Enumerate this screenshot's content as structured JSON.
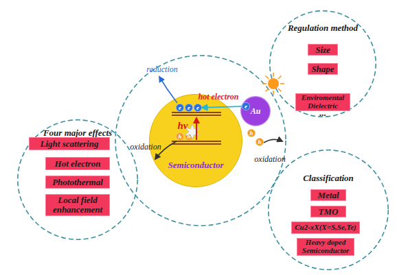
{
  "diagram": {
    "nodes": [
      {
        "text": [
          "Four major effects"
        ]
      },
      {
        "text": [
          "Light scattering"
        ],
        "in": 0
      },
      {
        "text": [
          "Hot electron"
        ],
        "in": 0
      },
      {
        "text": [
          "Photothermal"
        ],
        "in": 0
      },
      {
        "text": [
          "Local field enhancement"
        ],
        "in": 0
      },
      {
        "text": [
          "Semiconductor"
        ]
      },
      {
        "text": [
          "e"
        ],
        "in": 5
      },
      {
        "text": [
          "e"
        ],
        "in": 5
      },
      {
        "text": [
          "e"
        ],
        "in": 5
      },
      {
        "text": [
          "h"
        ],
        "in": 5
      },
      {
        "text": [
          "h"
        ],
        "in": 5
      },
      {
        "text": [
          "Au"
        ]
      },
      {
        "text": [
          "e"
        ],
        "in": 11
      },
      {
        "text": [
          "h"
        ]
      },
      {
        "text": [
          "h"
        ]
      },
      {
        "text": [
          "Regulation method"
        ]
      },
      {
        "text": [
          "Size"
        ],
        "in": 15
      },
      {
        "text": [
          "Shape"
        ],
        "in": 15
      },
      {
        "text": [
          "Enviromental Dielectric"
        ],
        "in": 15
      },
      {
        "text": [
          "Classification"
        ]
      },
      {
        "text": [
          "Metal"
        ],
        "in": 19
      },
      {
        "text": [
          "TMO"
        ],
        "in": 19
      },
      {
        "text": [
          "Cu2-xX(X=S,Se,Te)"
        ],
        "in": 19
      },
      {
        "text": [
          "Heavy doped Semiconductor"
        ],
        "in": 19
      }
    ],
    "edges": [
      {
        "from": 12,
        "to": 8,
        "arrow": "to"
      }
    ],
    "labels": [
      "reduction",
      "hot electron",
      "hν",
      "oxidation",
      "oxidation",
      "..."
    ]
  }
}
